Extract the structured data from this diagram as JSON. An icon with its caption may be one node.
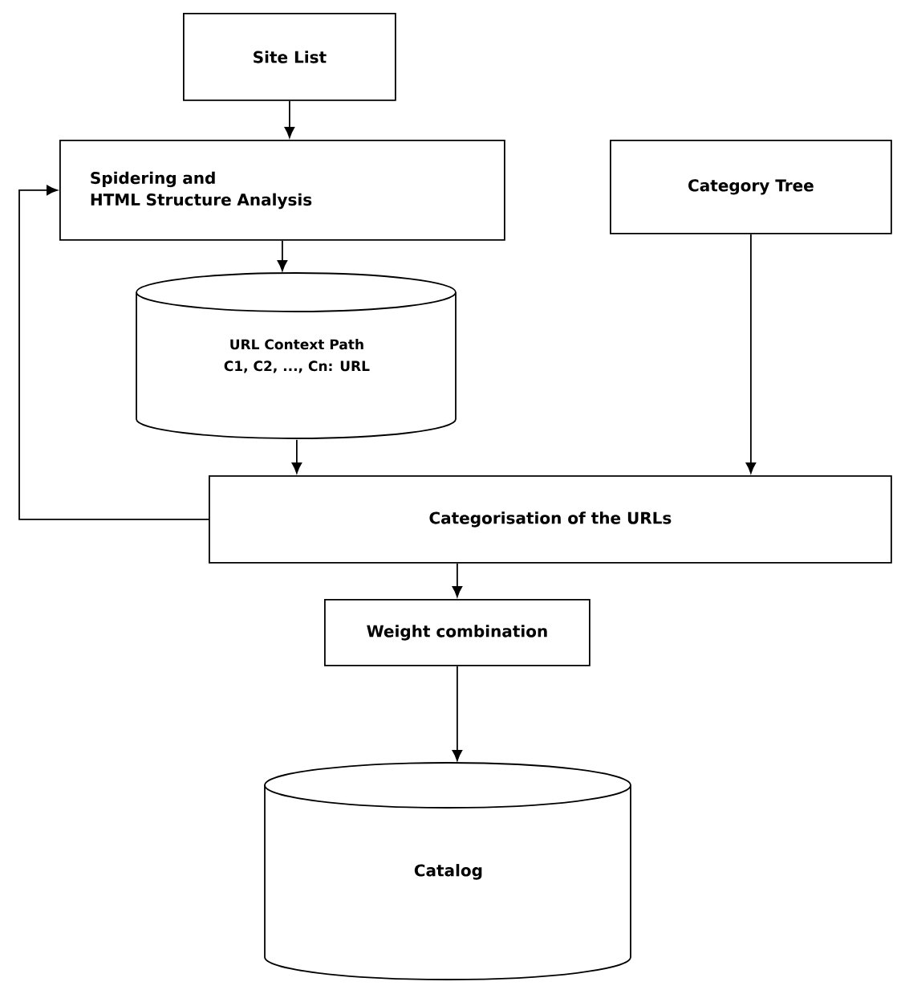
{
  "diagram": {
    "nodes": [
      {
        "text": [
          "Site List"
        ]
      },
      {
        "text": [
          "Spidering and HTML Structure Analysis"
        ]
      },
      {
        "text": [
          "URL Context Path",
          "C1, C2, ..., Cn: URL"
        ]
      },
      {
        "text": [
          "Category Tree"
        ]
      },
      {
        "text": [
          "Categorisation of the URLs"
        ]
      },
      {
        "text": [
          "Weight combination"
        ]
      },
      {
        "text": [
          "Catalog"
        ]
      }
    ],
    "edges": [
      {
        "from": 0,
        "to": 1,
        "arrow": "to"
      },
      {
        "from": 1,
        "to": 2,
        "arrow": "to"
      },
      {
        "from": 2,
        "to": 4,
        "arrow": "to"
      },
      {
        "from": 3,
        "to": 4,
        "arrow": "to"
      },
      {
        "from": 4,
        "to": 1,
        "arrow": "to"
      },
      {
        "from": 4,
        "to": 5,
        "arrow": "to"
      },
      {
        "from": 5,
        "to": 6,
        "arrow": "to"
      }
    ]
  }
}
